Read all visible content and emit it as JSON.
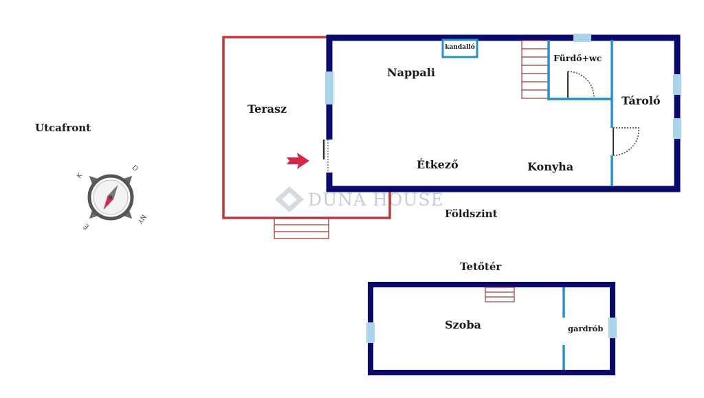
{
  "labels": {
    "street_front": "Utcafront",
    "terrace": "Terasz",
    "living_room": "Nappali",
    "fireplace": "kandalló",
    "bathroom_wc": "Fürdő+wc",
    "storage": "Tároló",
    "dining": "Étkező",
    "kitchen": "Konyha",
    "ground_floor": "Földszint",
    "attic": "Tetőtér",
    "room": "Szoba",
    "wardrobe": "gardrób"
  },
  "compass": {
    "letters": [
      "D",
      "K",
      "É",
      "NY"
    ]
  },
  "watermark": {
    "text": "DUNA HOUSE",
    "mark": "®"
  },
  "colors": {
    "wall_main": "#0a0a6e",
    "wall_terrace": "#c0393b",
    "partition": "#2a8fc7",
    "window": "#a9d4ea",
    "stairs": "#9e3b35",
    "entry_arrow": "#d4294b",
    "door_arc": "#333333"
  },
  "icons": {
    "compass": "compass-icon",
    "entry": "entry-arrow-icon",
    "watermark": "duna-house-logo"
  }
}
